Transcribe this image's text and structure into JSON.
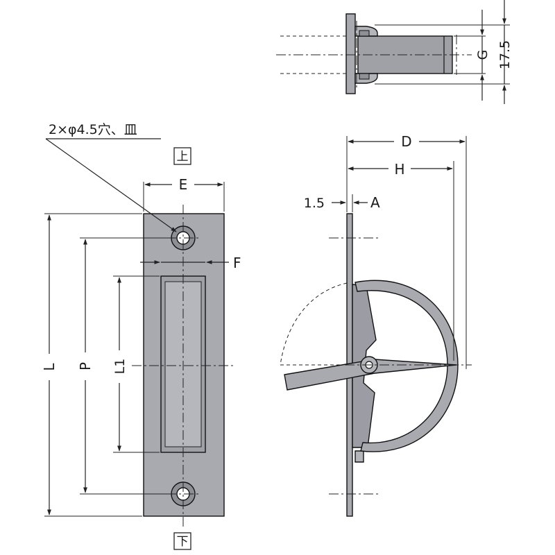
{
  "drawing": {
    "note": "2×φ4.5穴、皿",
    "marker_top": "上",
    "marker_bottom": "下",
    "labels": {
      "E": "E",
      "F": "F",
      "L": "L",
      "P": "P",
      "L1": "L1",
      "D": "D",
      "H": "H",
      "A": "A",
      "t": "1.5",
      "G": "G",
      "g": "17.5"
    }
  },
  "colors": {
    "plate": "#a9aab0",
    "handle": "#9c9da4",
    "line": "#1a1a1a"
  }
}
